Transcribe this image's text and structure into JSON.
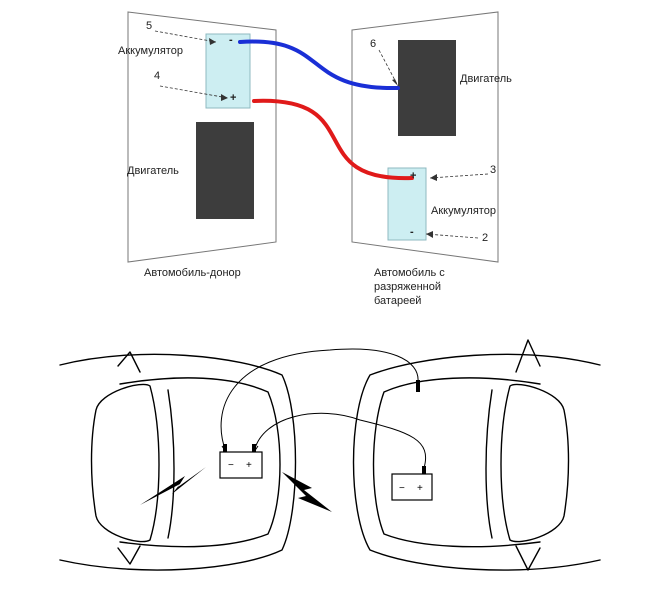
{
  "top": {
    "donor": {
      "battery_label": "Аккумулятор",
      "engine_label": "Двигатель",
      "caption": "Автомобиль-донор",
      "minus_sign": "-",
      "plus_sign": "+"
    },
    "recipient": {
      "battery_label": "Аккумулятор",
      "engine_label": "Двигатель",
      "caption_lines": [
        "Автомобиль с",
        "разряженной",
        "батареей"
      ],
      "minus_sign": "-",
      "plus_sign": "+"
    },
    "callouts": [
      "5",
      "4",
      "6",
      "3",
      "2"
    ],
    "colors": {
      "negative_cable": "#1a2fd6",
      "positive_cable": "#e01a1a",
      "battery_fill": "#cdeef2",
      "engine_fill": "#3d3d3d"
    }
  },
  "bottom": {
    "battery_signs": {
      "minus": "−",
      "plus": "+"
    }
  }
}
